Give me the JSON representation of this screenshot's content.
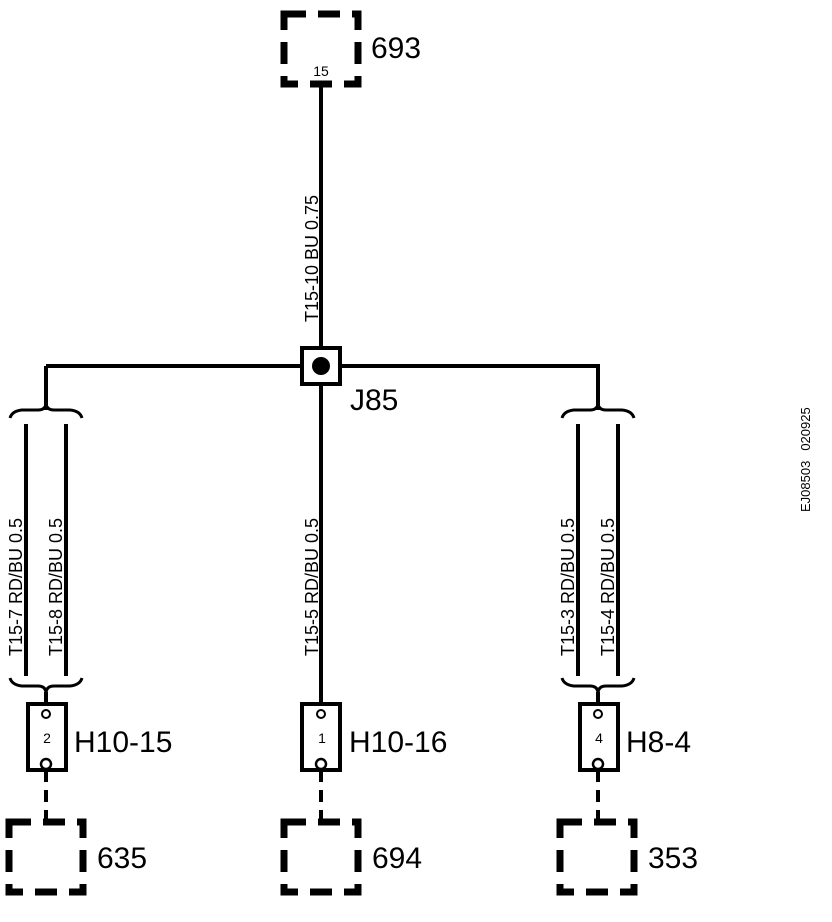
{
  "top_connector": {
    "id": "693",
    "pin": "15"
  },
  "top_wire": {
    "label": "T15-10  BU  0.75"
  },
  "splice": {
    "id": "J85"
  },
  "branches": {
    "left_a": {
      "label": "T15-7  RD/BU  0.5"
    },
    "left_b": {
      "label": "T15-8  RD/BU  0.5"
    },
    "middle": {
      "label": "T15-5  RD/BU  0.5"
    },
    "right_a": {
      "label": "T15-3  RD/BU  0.5"
    },
    "right_b": {
      "label": "T15-4  RD/BU  0.5"
    }
  },
  "inline_connectors": [
    {
      "id": "H10-15",
      "pin": "2"
    },
    {
      "id": "H10-16",
      "pin": "1"
    },
    {
      "id": "H8-4",
      "pin": "4"
    }
  ],
  "bottom_connectors": [
    {
      "id": "635"
    },
    {
      "id": "694"
    },
    {
      "id": "353"
    }
  ],
  "reference": {
    "code": "EJ08503",
    "date": "020925"
  },
  "colors": {
    "line": "#000000",
    "background": "#ffffff"
  }
}
